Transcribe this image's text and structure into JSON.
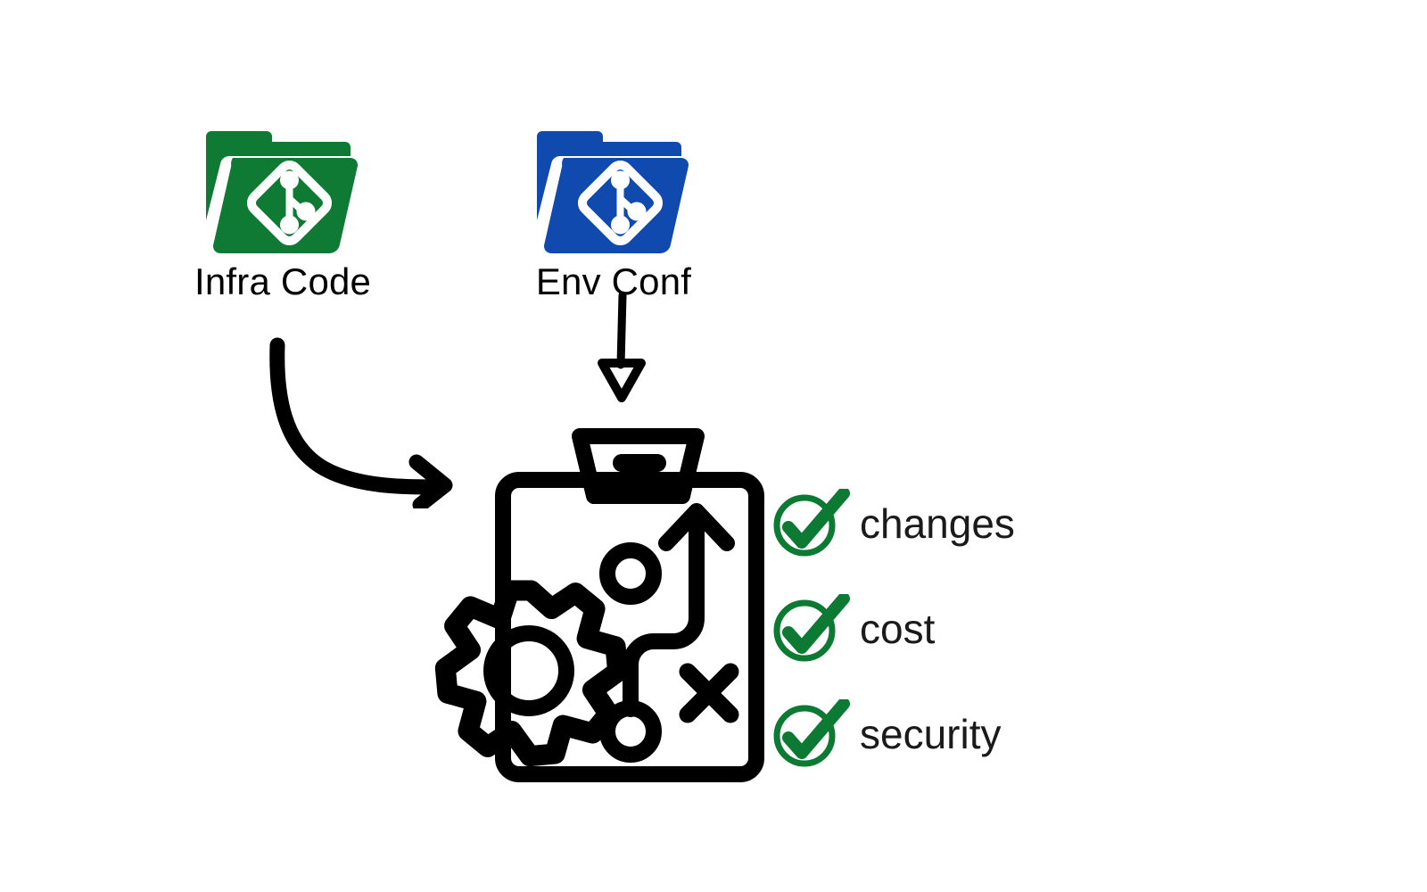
{
  "diagram": {
    "title": "Infrastructure change review flow",
    "background_color": "#ffffff"
  },
  "colors": {
    "folder_green": "#0F7A33",
    "folder_blue": "#114AAE",
    "check_green": "#0D7A33",
    "stroke_black": "#000000",
    "text_black": "#1a1a1a"
  },
  "sources": [
    {
      "id": "infra-code",
      "label": "Infra Code",
      "icon": "git-folder-icon",
      "color": "#0F7A33"
    },
    {
      "id": "env-conf",
      "label": "Env Conf",
      "icon": "git-folder-icon",
      "color": "#114AAE"
    }
  ],
  "connectors": [
    {
      "id": "infra-code-to-plan",
      "name": "curved-arrow",
      "style": "curved",
      "head": "chevron",
      "from": "infra-code",
      "to": "strategy-plan"
    },
    {
      "id": "env-conf-to-plan",
      "name": "down-arrow",
      "style": "straight-vertical",
      "head": "hollow-triangle",
      "from": "env-conf",
      "to": "strategy-plan"
    }
  ],
  "strategy": {
    "id": "strategy-plan",
    "name": "clipboard-strategy-icon",
    "parts": [
      "clipboard-board",
      "clipboard-clip",
      "gear",
      "plan-path-arrow",
      "node-circle-top",
      "node-circle-bottom",
      "cross-mark"
    ]
  },
  "checklist": {
    "items": [
      {
        "label": "changes",
        "icon": "check-circle-icon",
        "checked": true
      },
      {
        "label": "cost",
        "icon": "check-circle-icon",
        "checked": true
      },
      {
        "label": "security",
        "icon": "check-circle-icon",
        "checked": true
      }
    ]
  }
}
